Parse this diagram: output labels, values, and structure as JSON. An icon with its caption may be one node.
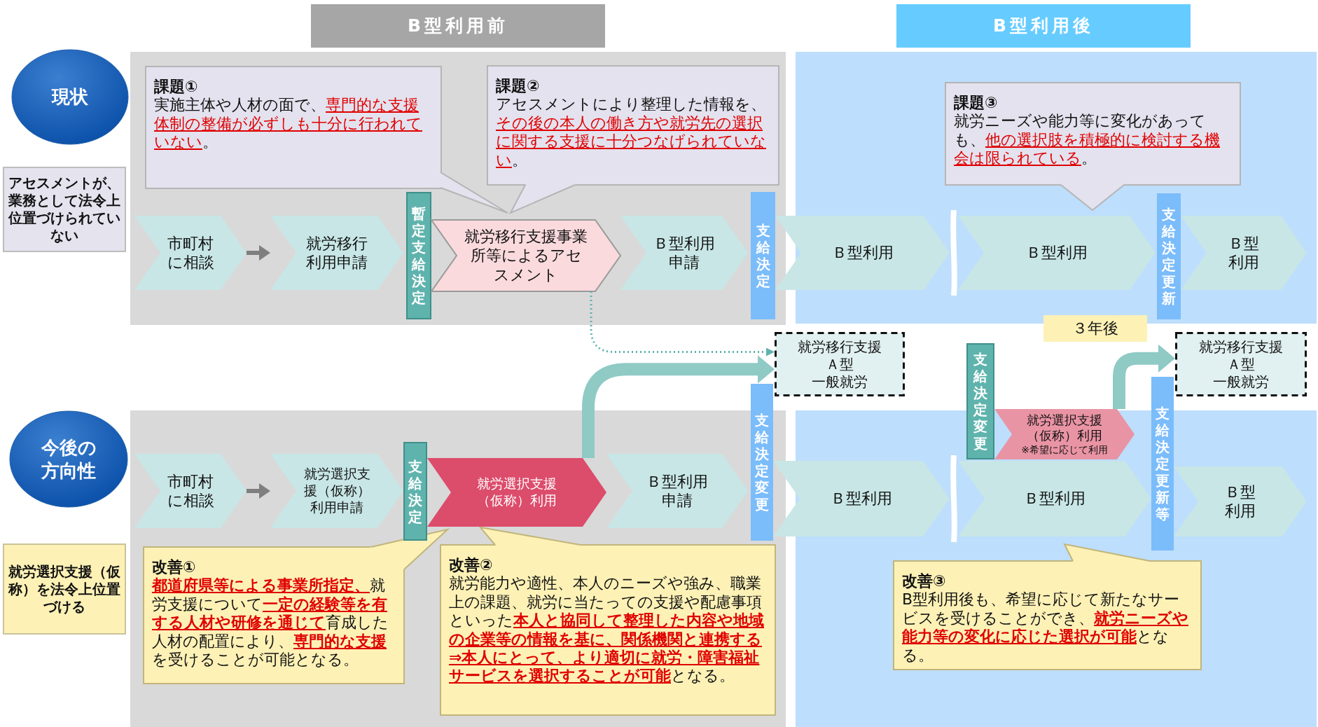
{
  "diagram": {
    "nodes": [
      {
        "text": [
          "B型利用前"
        ]
      },
      {
        "text": [
          "B型利用後"
        ]
      },
      {
        "text": [
          "現状"
        ]
      },
      {
        "text": [
          "アセスメントが、業務として法令上位置づけられていない"
        ]
      },
      {
        "text": [
          "課題①",
          "実施主体や人材の面で、*専門的な支援体制の整備が必ずしも十分に行われていない*。"
        ]
      },
      {
        "text": [
          "課題②",
          "アセスメントにより整理した情報を、*その後の本人の働き方や就労先の選択に関する支援に十分つなげられていない*。"
        ]
      },
      {
        "text": [
          "課題③",
          "就労ニーズや能力等に変化があっても、*他の選択肢を積極的に検討する機会は限られている*。"
        ]
      },
      {
        "text": [
          "市町村に相談"
        ]
      },
      {
        "text": [
          "就労移行利用申請"
        ]
      },
      {
        "text": [
          "暫定支給決定"
        ]
      },
      {
        "text": [
          "就労移行支援事業所等によるアセスメント"
        ]
      },
      {
        "text": [
          "Ｂ型利用申請"
        ]
      },
      {
        "text": [
          "支給決定"
        ]
      },
      {
        "text": [
          "Ｂ型利用"
        ]
      },
      {
        "text": [
          "Ｂ型利用"
        ]
      },
      {
        "text": [
          "支給決定更新"
        ]
      },
      {
        "text": [
          "Ｂ型利用"
        ]
      },
      {
        "text": [
          "３年後"
        ]
      },
      {
        "text": [
          "就労移行支援",
          "Ａ型",
          "一般就労"
        ]
      },
      {
        "text": [
          "就労移行支援",
          "Ａ型",
          "一般就労"
        ]
      },
      {
        "text": [
          "今後の方向性"
        ]
      },
      {
        "text": [
          "就労選択支援（仮称）を法令上位置づける"
        ]
      },
      {
        "text": [
          "市町村に相談"
        ]
      },
      {
        "text": [
          "就労選択支援（仮称）利用申請"
        ]
      },
      {
        "text": [
          "支給決定"
        ]
      },
      {
        "text": [
          "就労選択支援（仮称）利用"
        ]
      },
      {
        "text": [
          "Ｂ型利用申請"
        ]
      },
      {
        "text": [
          "支給決定変更"
        ]
      },
      {
        "text": [
          "Ｂ型利用"
        ]
      },
      {
        "text": [
          "支給決定変更"
        ]
      },
      {
        "text": [
          "就労選択支援（仮称）利用",
          "※希望に応じて利用"
        ]
      },
      {
        "text": [
          "Ｂ型利用"
        ]
      },
      {
        "text": [
          "支給決定更新等"
        ]
      },
      {
        "text": [
          "Ｂ型利用"
        ]
      },
      {
        "text": [
          "改善①",
          "**都道府県等による事業所指定、**就労支援について**一定の経験等を有する人材や研修を通じて**育成した人材の配置により、**専門的な支援**を受けることが可能となる。"
        ]
      },
      {
        "text": [
          "改善②",
          "就労能力や適性、本人のニーズや強み、職業上の課題、就労に当たっての支援や配慮事項といった**本人と協同して整理した内容や地域の企業等の情報を基に、関係機関と連携する⇒本人にとって、より適切に就労・障害福祉サービスを選択することが可能**となる。"
        ]
      },
      {
        "text": [
          "改善③",
          "B型利用後も、希望に応じて新たなサービスを受けることができ、**就労ニーズや能力等の変化に応じた選択が可能**となる。"
        ]
      }
    ],
    "edges": [
      {
        "from": 7,
        "to": 8,
        "arrow": "to"
      },
      {
        "from": 22,
        "to": 23,
        "arrow": "to"
      },
      {
        "from": 10,
        "to": 18,
        "arrow": "to",
        "style": "dashed",
        "color": "#5fb3ad"
      },
      {
        "from": 25,
        "to": 18,
        "arrow": "to",
        "style": "thick",
        "color": "#8fcac5"
      },
      {
        "from": 30,
        "to": 19,
        "arrow": "to",
        "style": "thick",
        "color": "#8fcac5"
      }
    ]
  }
}
